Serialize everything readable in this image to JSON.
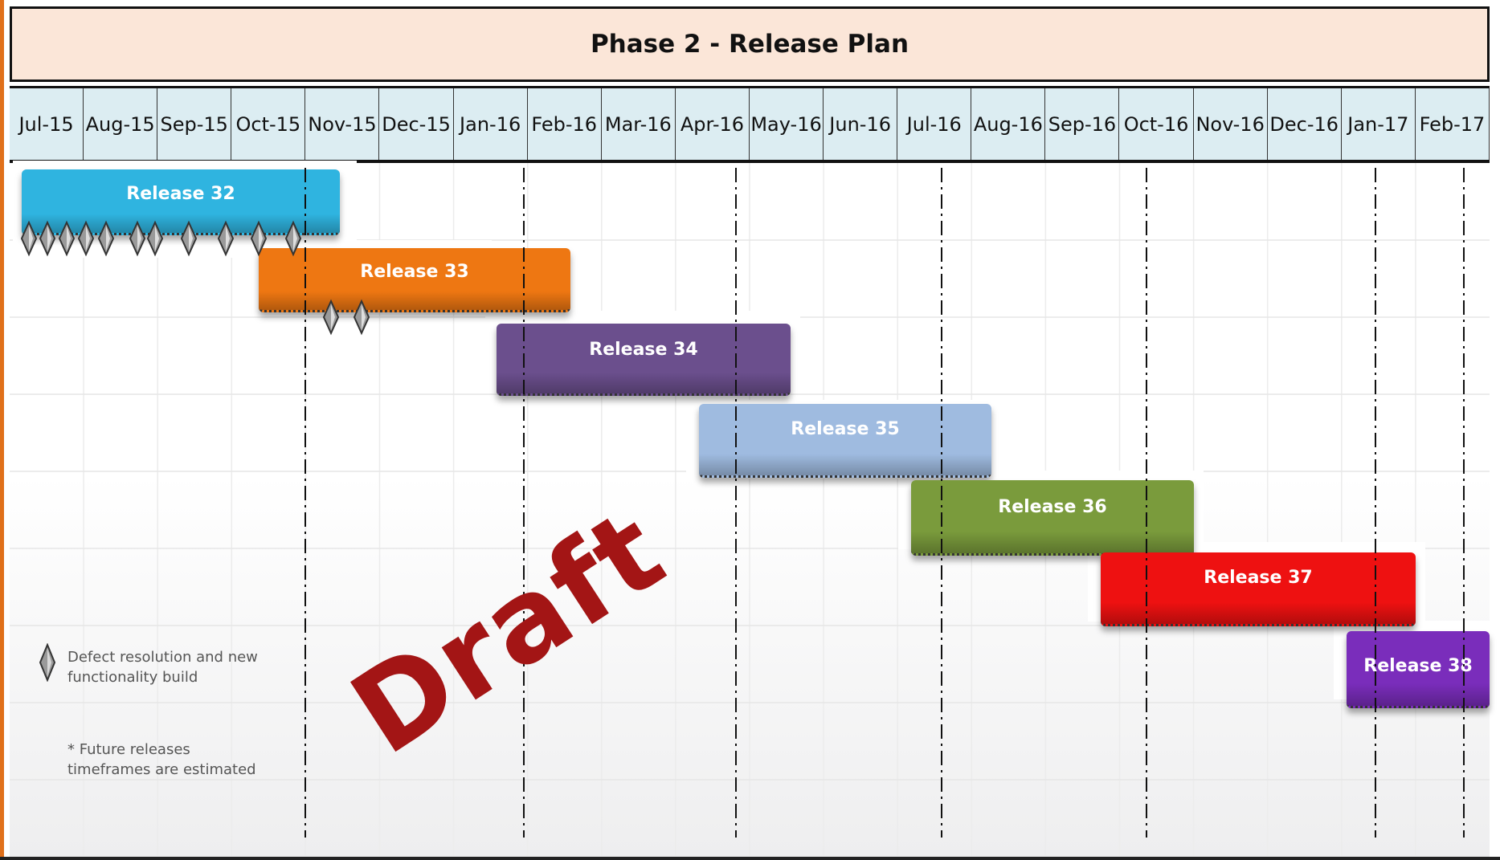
{
  "title": "Phase 2 -  Release Plan",
  "months": [
    "Jul-15",
    "Aug-15",
    "Sep-15",
    "Oct-15",
    "Nov-15",
    "Dec-15",
    "Jan-16",
    "Feb-16",
    "Mar-16",
    "Apr-16",
    "May-16",
    "Jun-16",
    "Jul-16",
    "Aug-16",
    "Sep-16",
    "Oct-16",
    "Nov-16",
    "Dec-16",
    "Jan-17",
    "Feb-17"
  ],
  "releases": [
    {
      "label": "Release 32",
      "color": "#2fb4e0"
    },
    {
      "label": "Release 33",
      "color": "#ee7712"
    },
    {
      "label": "Release 34",
      "color": "#6b4f8d"
    },
    {
      "label": "Release 35",
      "color": "#9fbbe0"
    },
    {
      "label": "Release 36",
      "color": "#7a9b3c"
    },
    {
      "label": "Release 37",
      "color": "#ee1111"
    },
    {
      "label": "Release 38",
      "color": "#7a2dbb"
    }
  ],
  "legend": {
    "milestone_line1": "Defect resolution and new",
    "milestone_line2": "functionality build",
    "note_line1": "* Future releases",
    "note_line2": "timeframes are estimated"
  },
  "watermark": "Draft",
  "colors": {
    "accent": "#e0701a",
    "title_bg": "#fbe6d8",
    "header_bg": "#dcedf2",
    "watermark": "#a31515"
  },
  "icons": [
    "diamond-milestone-icon"
  ]
}
